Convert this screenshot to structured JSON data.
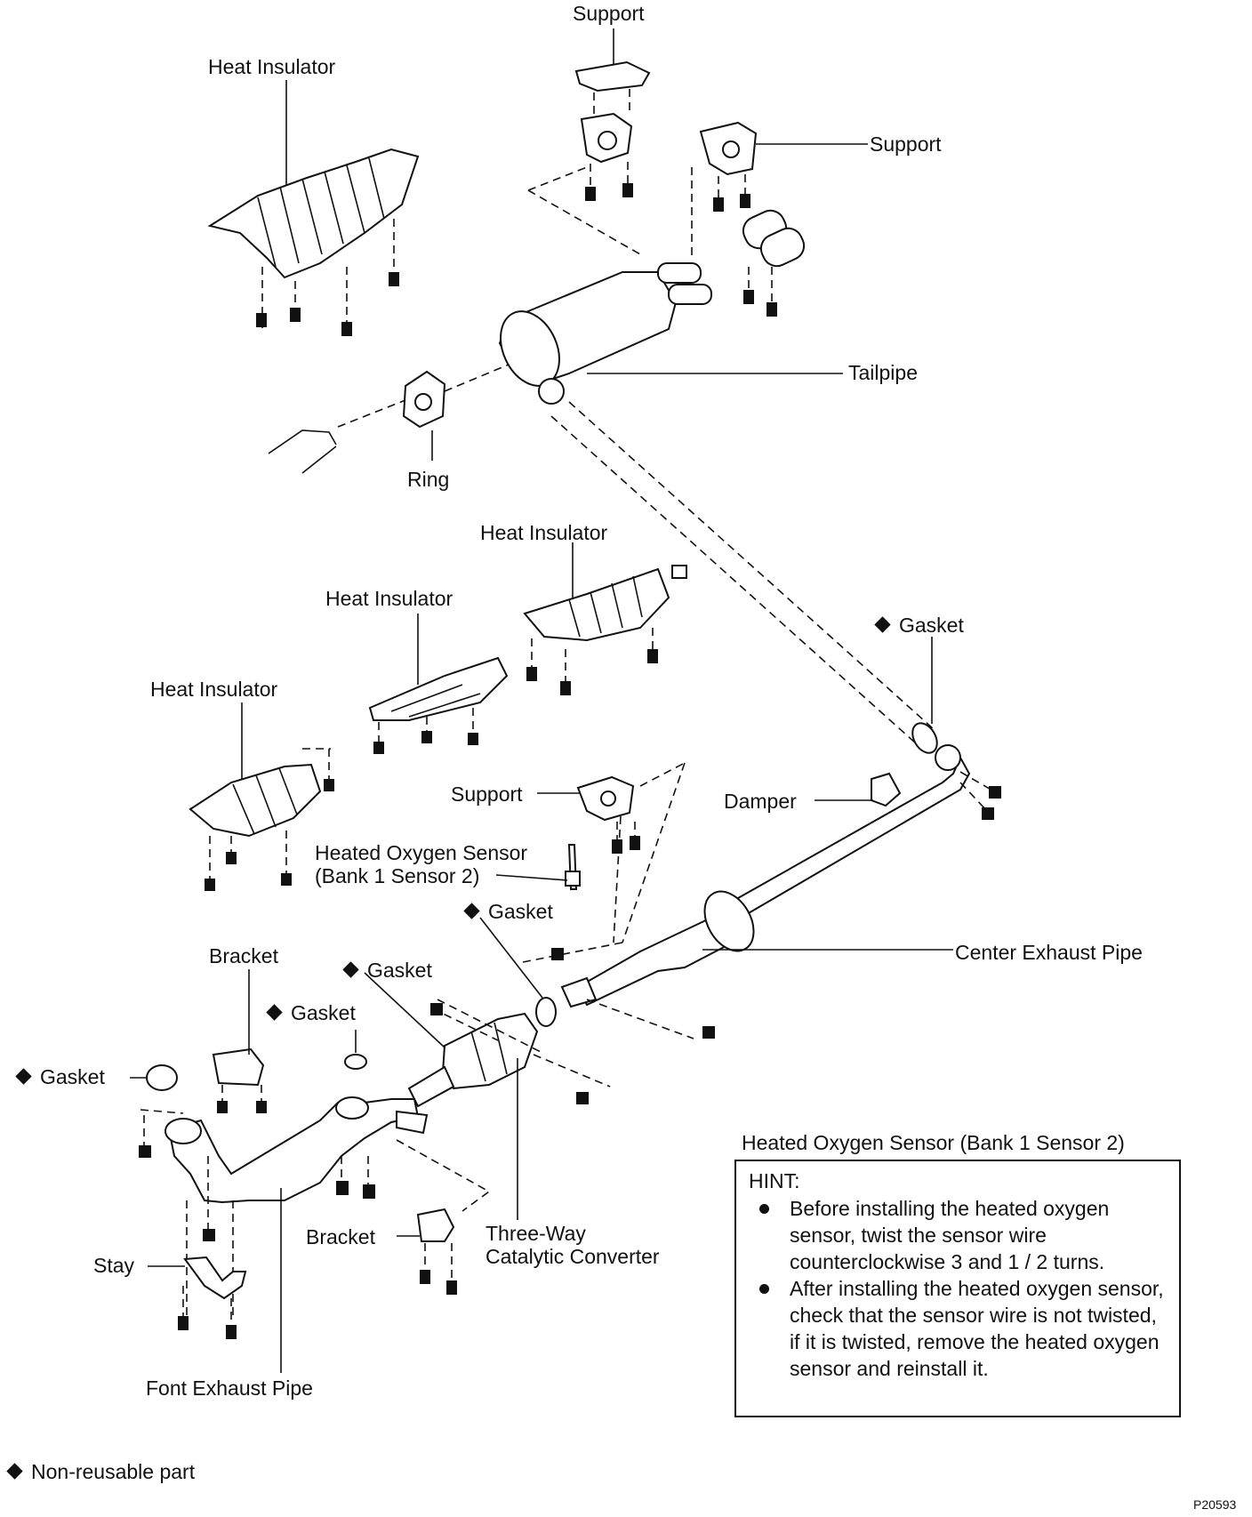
{
  "labels": {
    "support_top": "Support",
    "support_right": "Support",
    "support_mid": "Support",
    "heat_insulator_top": "Heat Insulator",
    "heat_insulator_mid_upper": "Heat Insulator",
    "heat_insulator_mid": "Heat Insulator",
    "heat_insulator_left": "Heat Insulator",
    "tailpipe": "Tailpipe",
    "ring": "Ring",
    "gasket_tailpipe": "Gasket",
    "damper": "Damper",
    "heated_oxygen_sensor_line1": "Heated Oxygen Sensor",
    "heated_oxygen_sensor_line2": "(Bank 1 Sensor 2)",
    "gasket_sensor": "Gasket",
    "center_exhaust_pipe": "Center Exhaust Pipe",
    "bracket_top": "Bracket",
    "gasket_converter": "Gasket",
    "gasket_mid": "Gasket",
    "gasket_left": "Gasket",
    "bracket_bottom": "Bracket",
    "three_way_line1": "Three-Way",
    "three_way_line2": "Catalytic Converter",
    "stay": "Stay",
    "front_exhaust_pipe": "Font Exhaust Pipe"
  },
  "hint_box": {
    "title": "Heated Oxygen Sensor (Bank 1 Sensor 2)",
    "heading": "HINT:",
    "items": [
      "Before installing the heated oxygen sensor, twist the sensor wire counterclockwise 3 and 1 / 2 turns.",
      "After installing the heated oxygen sensor, check that the sensor wire is not twisted, if it is twisted, remove the heated oxygen sensor and reinstall it."
    ]
  },
  "legend": {
    "text": "Non-reusable part"
  },
  "figure_id": "P20593"
}
